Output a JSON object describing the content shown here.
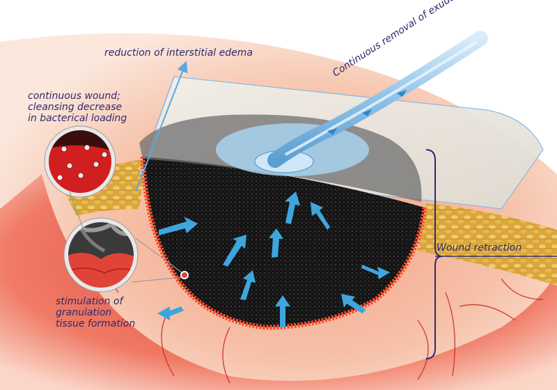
{
  "labels": {
    "edema": "reduction of interstitial edema",
    "exudate": "Continuous removal of exudate",
    "cleansing": "continuous wound;\ncleansing decrease\nin bacterical loading",
    "retraction": "Wound retraction",
    "granulation": "stimulation of\ngranulation\ntissue formation"
  },
  "colors": {
    "label_text": "#2d2a6a",
    "tube": "#9cc9ea",
    "foam": "#161616",
    "drape": "#e9e7df",
    "wound_red": "#e8443a",
    "fat": "#d9a236",
    "flow_arrow": "#3ea6de"
  }
}
